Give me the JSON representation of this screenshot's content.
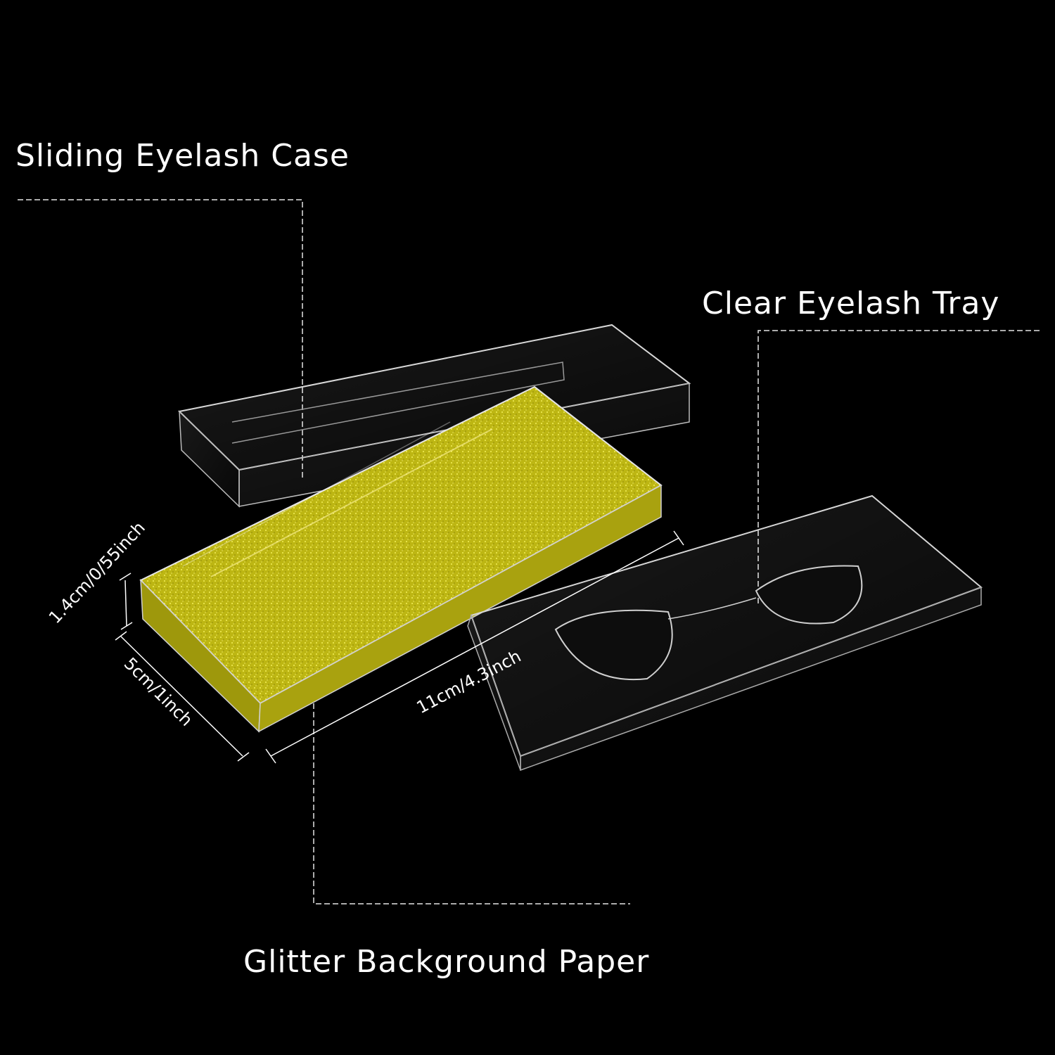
{
  "labels": {
    "case": "Sliding Eyelash Case",
    "tray": "Clear Eyelash Tray",
    "paper": "Glitter Background Paper"
  },
  "dimensions": {
    "height": "1.4cm/0/55inch",
    "width": "5cm/1inch",
    "length": "11cm/4.3inch"
  },
  "colors": {
    "background": "#000000",
    "glitter": "#c8c214",
    "text": "#ffffff"
  }
}
